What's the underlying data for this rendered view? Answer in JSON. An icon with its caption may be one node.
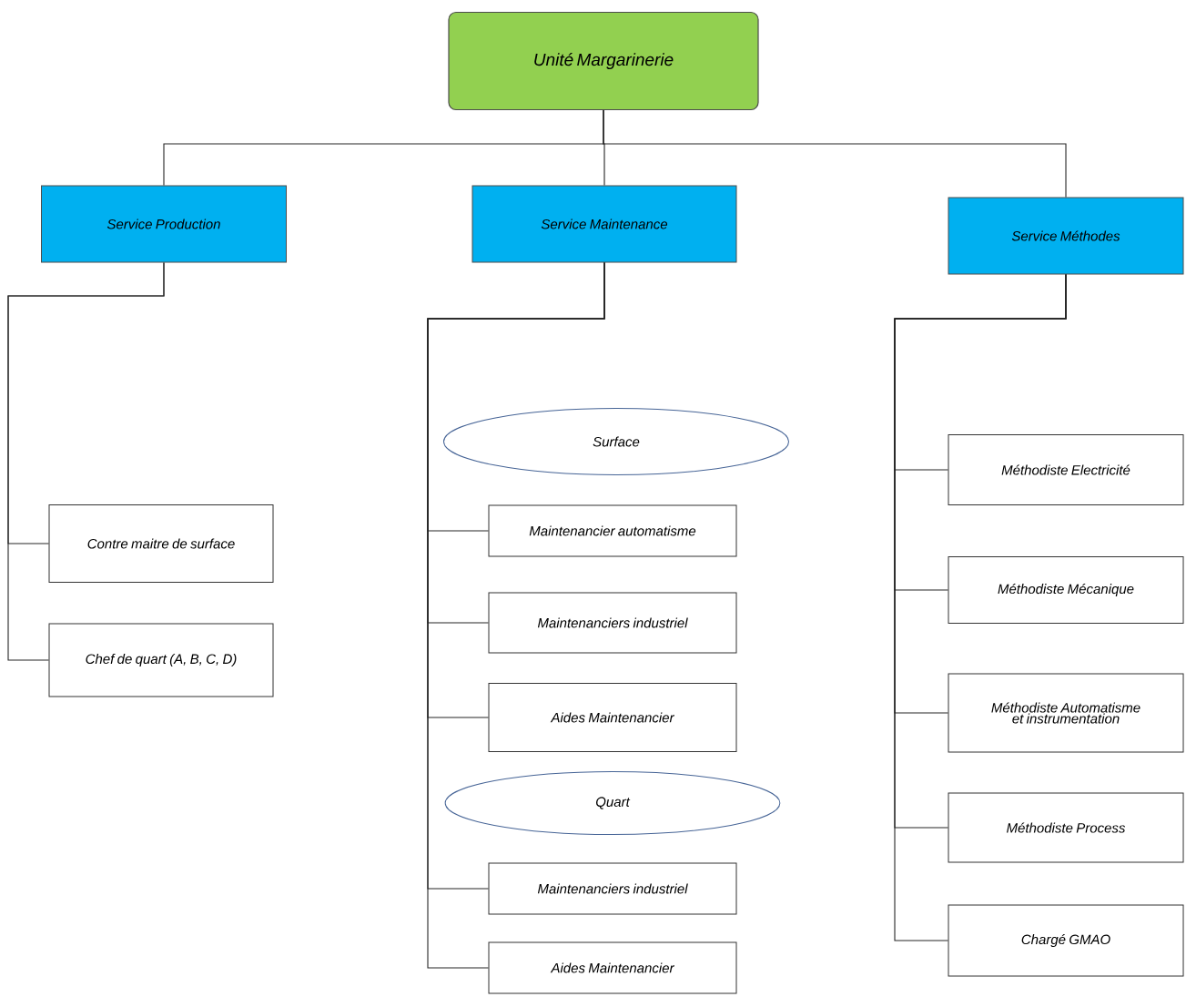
{
  "diagram": {
    "nodes": [
      {
        "text": [
          "Unité Margarinerie"
        ]
      },
      {
        "text": [
          "Service Production"
        ]
      },
      {
        "text": [
          "Service Maintenance"
        ]
      },
      {
        "text": [
          "Service Méthodes"
        ]
      },
      {
        "text": [
          "Contre maitre de surface"
        ]
      },
      {
        "text": [
          "Chef de quart (A, B, C, D)"
        ]
      },
      {
        "text": [
          "Surface"
        ]
      },
      {
        "text": [
          "Maintenancier automatisme"
        ]
      },
      {
        "text": [
          "Maintenanciers industriel"
        ]
      },
      {
        "text": [
          "Aides Maintenancier"
        ]
      },
      {
        "text": [
          "Quart"
        ]
      },
      {
        "text": [
          "Maintenanciers industriel"
        ]
      },
      {
        "text": [
          "Aides Maintenancier"
        ]
      },
      {
        "text": [
          "Méthodiste Electricité"
        ]
      },
      {
        "text": [
          "Méthodiste Mécanique"
        ]
      },
      {
        "text": [
          "Méthodiste Automatisme et instrumentation"
        ]
      },
      {
        "text": [
          "Méthodiste Process"
        ]
      },
      {
        "text": [
          "Chargé GMAO"
        ]
      }
    ],
    "edges": [
      {
        "from": 0,
        "to": 1,
        "arrow": "none"
      },
      {
        "from": 0,
        "to": 2,
        "arrow": "none"
      },
      {
        "from": 0,
        "to": 3,
        "arrow": "none"
      },
      {
        "from": 1,
        "to": 4,
        "arrow": "none"
      },
      {
        "from": 1,
        "to": 5,
        "arrow": "none"
      },
      {
        "from": 2,
        "to": 7,
        "arrow": "none"
      },
      {
        "from": 2,
        "to": 8,
        "arrow": "none"
      },
      {
        "from": 2,
        "to": 9,
        "arrow": "none"
      },
      {
        "from": 2,
        "to": 11,
        "arrow": "none"
      },
      {
        "from": 2,
        "to": 12,
        "arrow": "none"
      },
      {
        "from": 3,
        "to": 13,
        "arrow": "none"
      },
      {
        "from": 3,
        "to": 14,
        "arrow": "none"
      },
      {
        "from": 3,
        "to": 15,
        "arrow": "none"
      },
      {
        "from": 3,
        "to": 16,
        "arrow": "none"
      },
      {
        "from": 3,
        "to": 17,
        "arrow": "none"
      }
    ]
  }
}
